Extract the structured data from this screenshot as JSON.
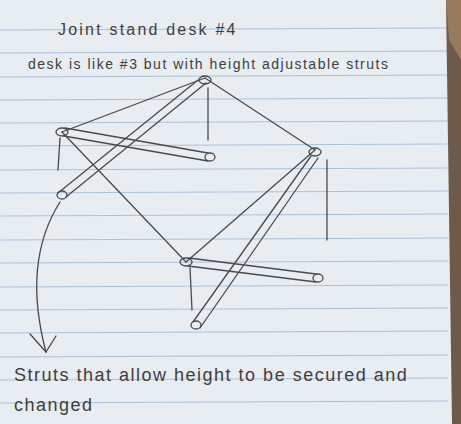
{
  "diagram": {
    "title": "Joint stand desk #4",
    "labels": [
      "desk is like #3 but with height adjustable struts",
      "Struts that allow height to be secured and changed"
    ]
  }
}
